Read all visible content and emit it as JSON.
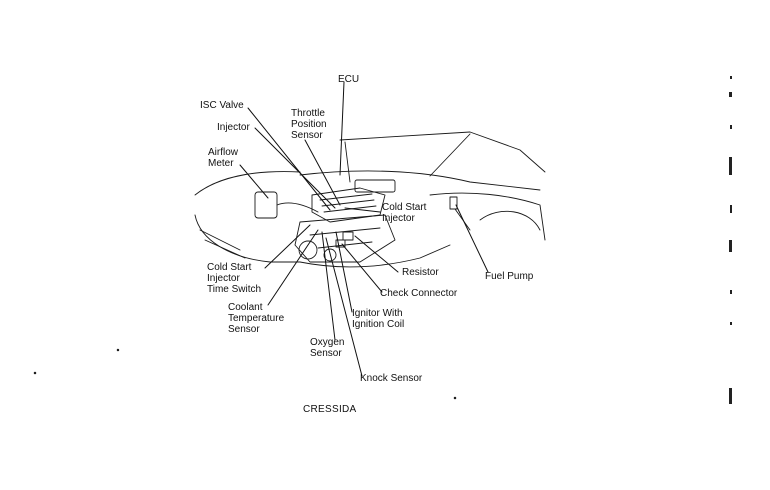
{
  "diagram": {
    "labels": {
      "ecu": "ECU",
      "isc_valve": "ISC Valve",
      "injector": "Injector",
      "throttle_position_sensor": "Throttle\nPosition\nSensor",
      "airflow_meter": "Airflow\nMeter",
      "cold_start_injector": "Cold Start\nInjector",
      "cold_start_injector_time_switch": "Cold Start\nInjector\nTime Switch",
      "resistor": "Resistor",
      "fuel_pump": "Fuel Pump",
      "check_connector": "Check Connector",
      "coolant_temperature_sensor": "Coolant\nTemperature\nSensor",
      "ignitor_with_ignition_coil": "Ignitor With\nIgnition Coil",
      "oxygen_sensor": "Oxygen\nSensor",
      "knock_sensor": "Knock Sensor"
    },
    "caption": "CRESSIDA"
  }
}
